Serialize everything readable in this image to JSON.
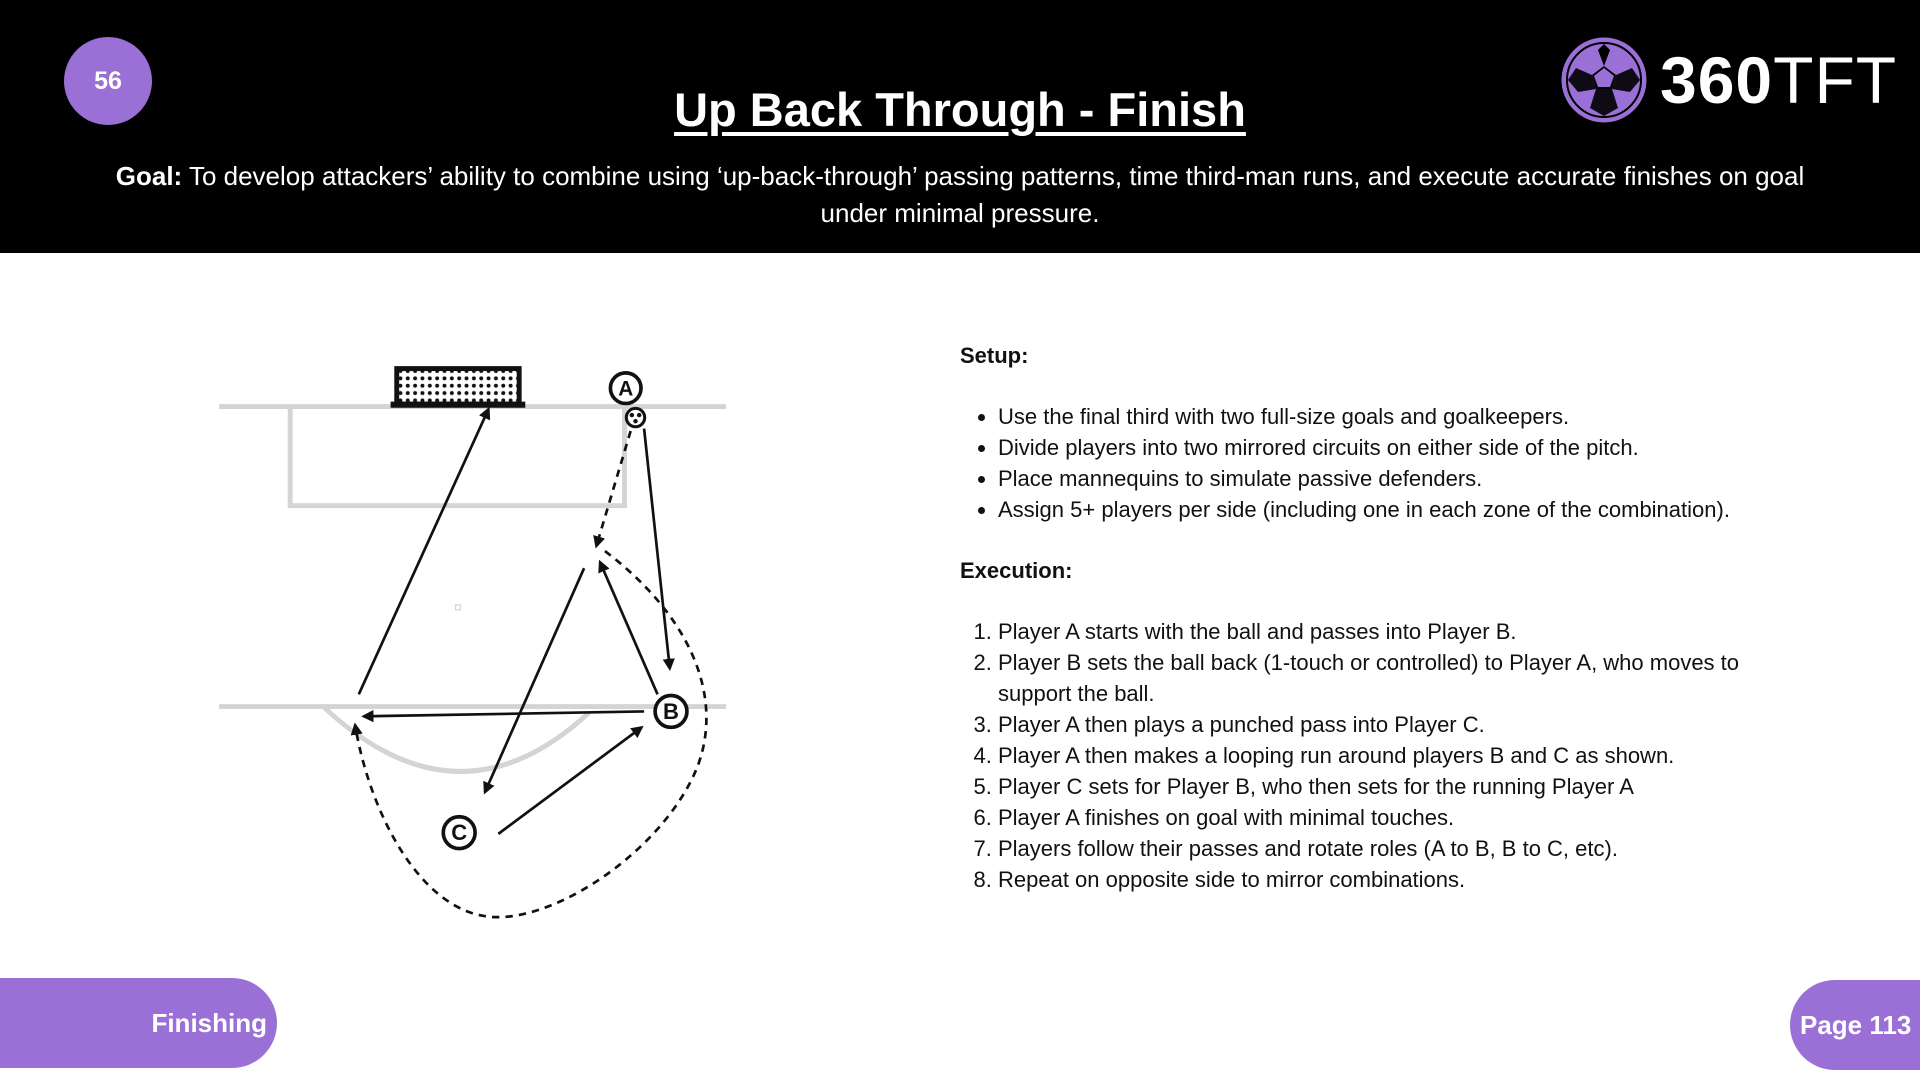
{
  "header": {
    "badge_number": "56",
    "title": "Up Back Through - Finish",
    "goal_label": "Goal:",
    "goal_text": " To develop attackers’ ability to combine using ‘up-back-through’ passing patterns, time third-man runs, and execute accurate finishes on goal under minimal pressure.",
    "logo": {
      "text_bold": "360",
      "text_light": "TFT",
      "icon": "soccer-ball-icon"
    }
  },
  "diagram": {
    "players": [
      "A",
      "B",
      "C"
    ]
  },
  "setup": {
    "heading": "Setup:",
    "items": [
      "Use the final third with two full-size goals and goalkeepers.",
      "Divide players into two mirrored circuits on either side of the pitch.",
      "Place mannequins to simulate passive defenders.",
      "Assign 5+ players per side (including one in each zone of the combination)."
    ]
  },
  "execution": {
    "heading": "Execution:",
    "items": [
      "Player A starts with the ball and passes into Player B.",
      "Player B sets the ball back (1-touch or controlled) to Player A, who moves to support the ball.",
      "Player A then plays a punched pass into Player C.",
      "Player A then makes a looping run around players B and C as shown.",
      "Player C sets for Player B, who then sets for the running Player A",
      "Player A finishes on goal with minimal touches.",
      "Players follow their passes and rotate roles (A to B, B to C, etc).",
      "Repeat on opposite side to mirror combinations."
    ]
  },
  "footer": {
    "category": "Finishing",
    "page": "Page 113"
  },
  "colors": {
    "accent": "#9a6fd6",
    "header_bg": "#000000"
  }
}
